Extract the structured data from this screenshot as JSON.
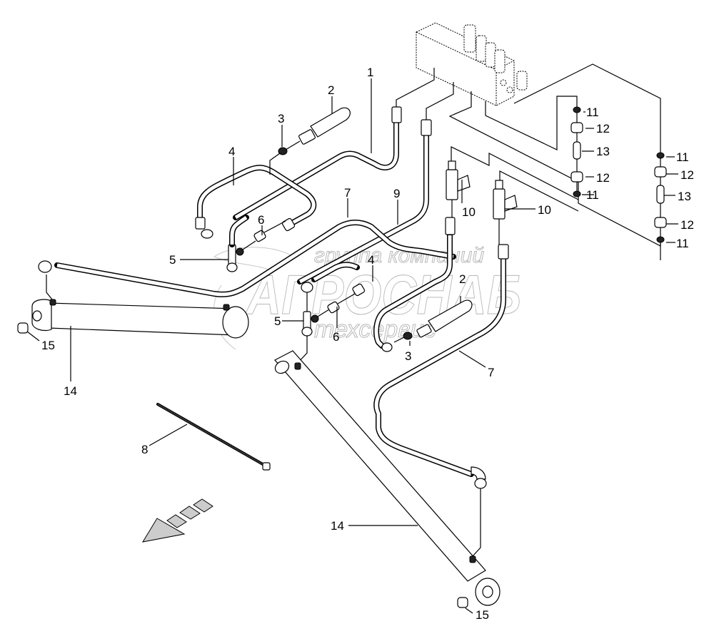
{
  "diagram": {
    "title": "Hydraulic cylinder lines assembly",
    "watermark": {
      "line1": "группа компаний",
      "line2": "АГРОСНАБ",
      "line3": "техсервис"
    },
    "callouts": [
      {
        "id": "c1",
        "label": "1",
        "part": "pipe-1"
      },
      {
        "id": "c2a",
        "label": "2",
        "part": "filter"
      },
      {
        "id": "c2b",
        "label": "2",
        "part": "filter"
      },
      {
        "id": "c3a",
        "label": "3",
        "part": "adapter"
      },
      {
        "id": "c3b",
        "label": "3",
        "part": "adapter"
      },
      {
        "id": "c4a",
        "label": "4",
        "part": "hose"
      },
      {
        "id": "c4b",
        "label": "4",
        "part": "hose"
      },
      {
        "id": "c5a",
        "label": "5",
        "part": "tee-fitting"
      },
      {
        "id": "c5b",
        "label": "5",
        "part": "tee-fitting"
      },
      {
        "id": "c6a",
        "label": "6",
        "part": "nut"
      },
      {
        "id": "c6b",
        "label": "6",
        "part": "nut"
      },
      {
        "id": "c7a",
        "label": "7",
        "part": "pipe-7"
      },
      {
        "id": "c7b",
        "label": "7",
        "part": "pipe-7"
      },
      {
        "id": "c8",
        "label": "8",
        "part": "cable-tie"
      },
      {
        "id": "c9",
        "label": "9",
        "part": "pipe-9"
      },
      {
        "id": "c10a",
        "label": "10",
        "part": "valve"
      },
      {
        "id": "c10b",
        "label": "10",
        "part": "valve"
      },
      {
        "id": "c11a",
        "label": "11",
        "part": "seal"
      },
      {
        "id": "c11b",
        "label": "11",
        "part": "seal"
      },
      {
        "id": "c11c",
        "label": "11",
        "part": "seal"
      },
      {
        "id": "c11d",
        "label": "11",
        "part": "seal"
      },
      {
        "id": "c12a",
        "label": "12",
        "part": "nut"
      },
      {
        "id": "c12b",
        "label": "12",
        "part": "nut"
      },
      {
        "id": "c12c",
        "label": "12",
        "part": "nut"
      },
      {
        "id": "c12d",
        "label": "12",
        "part": "nut"
      },
      {
        "id": "c13a",
        "label": "13",
        "part": "sleeve"
      },
      {
        "id": "c13b",
        "label": "13",
        "part": "sleeve"
      },
      {
        "id": "c14a",
        "label": "14",
        "part": "hydraulic-cylinder"
      },
      {
        "id": "c14b",
        "label": "14",
        "part": "hydraulic-cylinder"
      },
      {
        "id": "c15a",
        "label": "15",
        "part": "bushing"
      },
      {
        "id": "c15b",
        "label": "15",
        "part": "bushing"
      }
    ],
    "direction_arrow": "forward-direction"
  }
}
